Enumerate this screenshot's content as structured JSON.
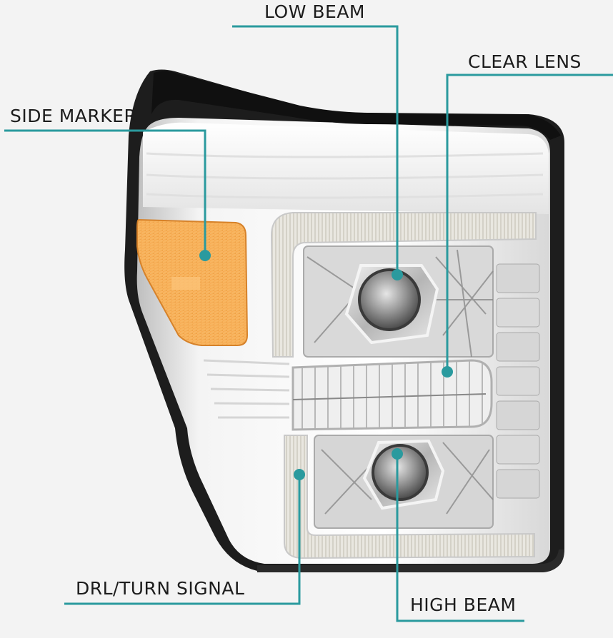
{
  "diagram": {
    "subject": "Headlight assembly",
    "accent_color": "#2a9a9e",
    "callouts": [
      {
        "id": "low-beam",
        "label": "LOW BEAM"
      },
      {
        "id": "clear-lens",
        "label": "CLEAR LENS"
      },
      {
        "id": "side-marker",
        "label": "SIDE MARKER"
      },
      {
        "id": "drl-turn-signal",
        "label": "DRL/TURN SIGNAL"
      },
      {
        "id": "high-beam",
        "label": "HIGH BEAM"
      }
    ]
  }
}
